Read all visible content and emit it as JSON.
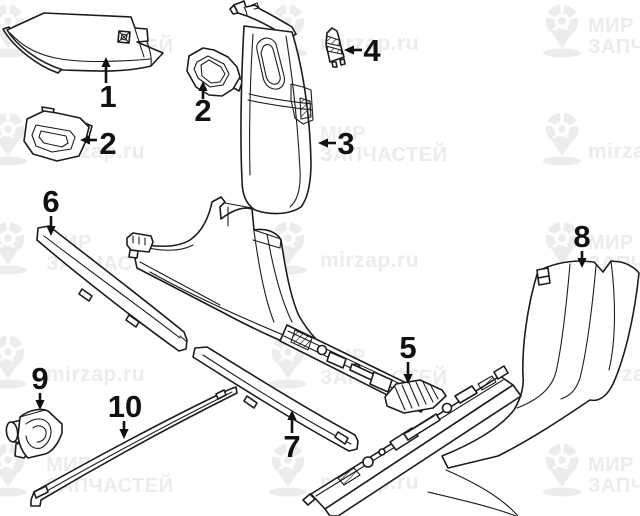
{
  "page": {
    "background": "#ffffff"
  },
  "watermark": {
    "latin_text": "mirzap.ru",
    "cyrillic_line1": "МИР",
    "cyrillic_line2": "ЗАПЧАСТЕЙ",
    "color": "#ececec",
    "logo_icon": "map-pin-gear-icon"
  },
  "diagram": {
    "type": "exploded-parts-line-drawing",
    "line_color": "#1c1c1c",
    "label_color": "#111111",
    "callouts": [
      {
        "label": "1"
      },
      {
        "label": "2"
      },
      {
        "label": "2"
      },
      {
        "label": "3"
      },
      {
        "label": "4"
      },
      {
        "label": "5"
      },
      {
        "label": "6"
      },
      {
        "label": "7"
      },
      {
        "label": "8"
      },
      {
        "label": "9"
      },
      {
        "label": "10"
      }
    ]
  }
}
